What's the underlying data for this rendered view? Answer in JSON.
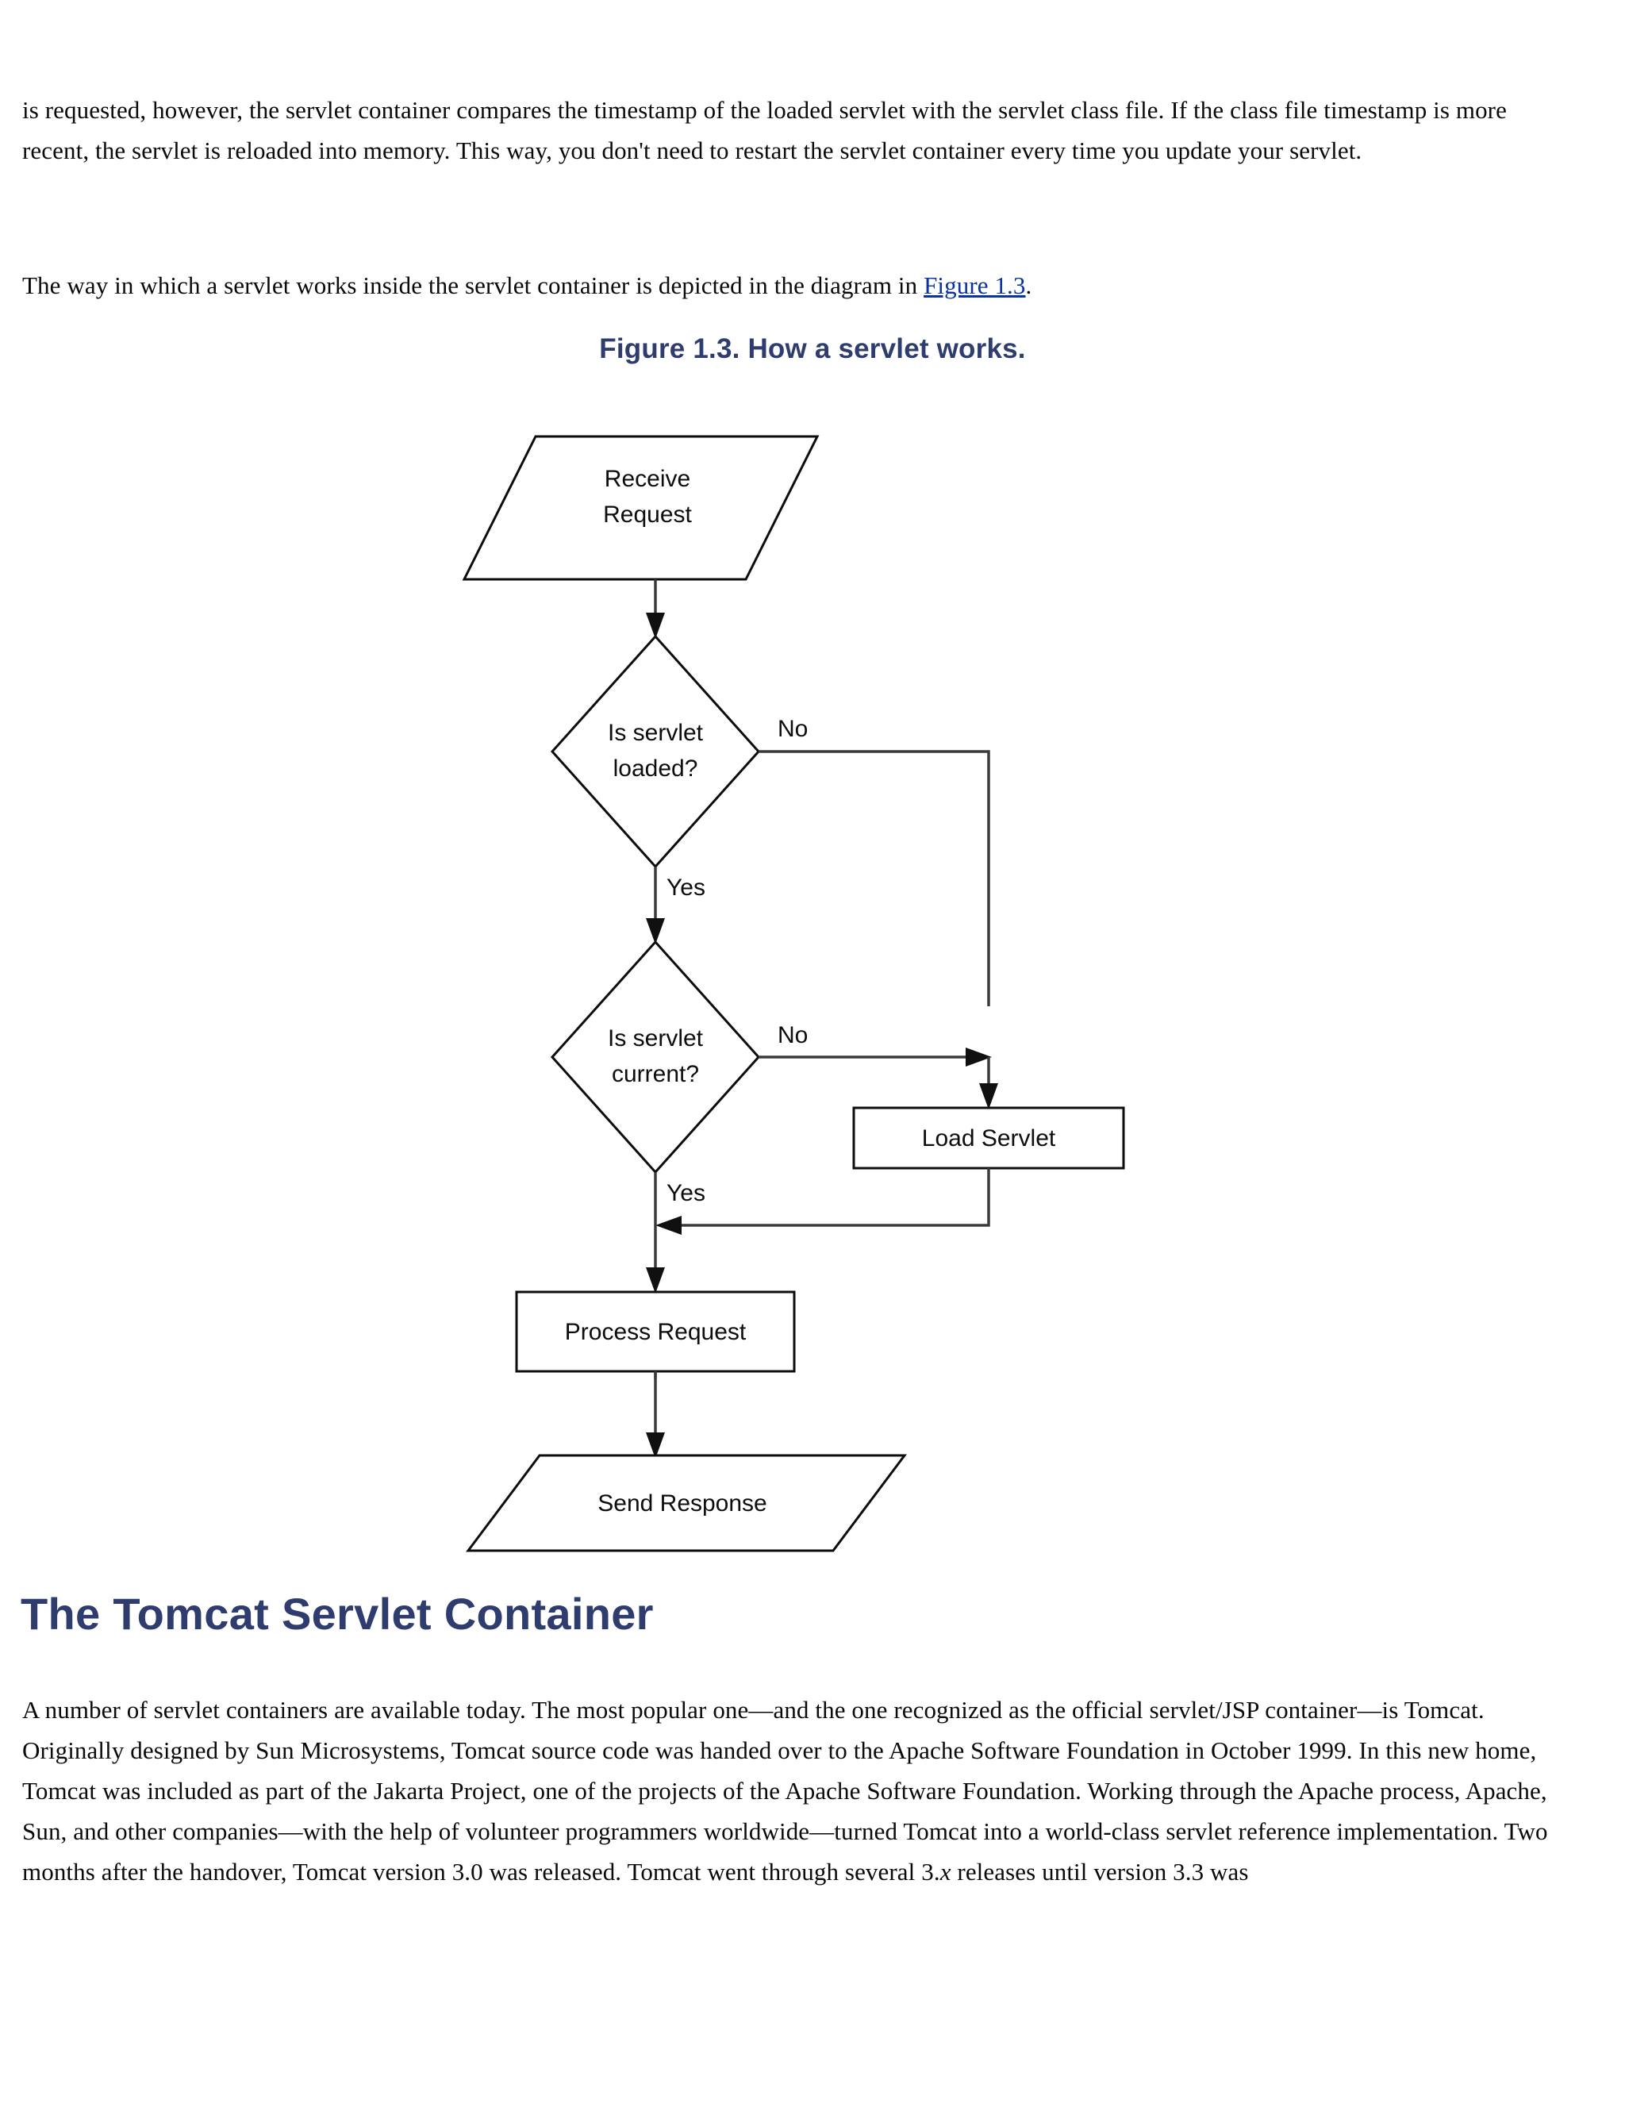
{
  "document": {
    "paragraphs": {
      "intro": "is requested, however, the servlet container compares the timestamp of the loaded servlet with the servlet class file. If the class file timestamp is more recent, the servlet is reloaded into memory. This way, you don't need to restart the servlet container every time you update your servlet.",
      "figure_reference_prefix": "The way in which a servlet works inside the servlet container is depicted in the diagram in ",
      "figure_reference_link": "Figure 1.3",
      "figure_reference_suffix": ".",
      "tomcat_part1": "A number of servlet containers are available today. The most popular one—and the one recognized as the official servlet/JSP container—is Tomcat. Originally designed by Sun Microsystems, Tomcat source code was handed over to the Apache Software Foundation in October 1999. In this new home, Tomcat was included as part of the Jakarta Project, one of the projects of the Apache Software Foundation. Working through the Apache process, Apache, Sun, and other companies—with the help of volunteer programmers worldwide—turned Tomcat into a world-class servlet reference implementation. Two months after the handover, Tomcat version 3.0 was released. Tomcat went through several 3.",
      "tomcat_italic": "x",
      "tomcat_part2": " releases until version 3.3 was"
    },
    "figure_caption": "Figure 1.3. How a servlet works.",
    "section_heading": "The Tomcat Servlet Container",
    "colors": {
      "link": "#0a33a0",
      "heading_navy": "#2e3c6e",
      "body_text": "#0a0a0a",
      "diagram_stroke": "#0d0d0d"
    }
  },
  "chart_data": {
    "type": "diagram",
    "title": "Figure 1.3. How a servlet works.",
    "diagram_kind": "flowchart",
    "nodes": [
      {
        "id": "receive-request",
        "label": "Receive Request",
        "shape": "parallelogram",
        "role": "input"
      },
      {
        "id": "is-servlet-loaded",
        "label": "Is servlet loaded?",
        "shape": "diamond",
        "role": "decision"
      },
      {
        "id": "is-servlet-current",
        "label": "Is servlet current?",
        "shape": "diamond",
        "role": "decision"
      },
      {
        "id": "load-servlet",
        "label": "Load Servlet",
        "shape": "rectangle",
        "role": "process"
      },
      {
        "id": "process-request",
        "label": "Process Request",
        "shape": "rectangle",
        "role": "process"
      },
      {
        "id": "send-response",
        "label": "Send Response",
        "shape": "parallelogram",
        "role": "output"
      }
    ],
    "edges": [
      {
        "from": "receive-request",
        "to": "is-servlet-loaded",
        "label": ""
      },
      {
        "from": "is-servlet-loaded",
        "to": "load-servlet",
        "label": "No"
      },
      {
        "from": "is-servlet-loaded",
        "to": "is-servlet-current",
        "label": "Yes"
      },
      {
        "from": "is-servlet-current",
        "to": "load-servlet",
        "label": "No"
      },
      {
        "from": "is-servlet-current",
        "to": "process-request",
        "label": "Yes"
      },
      {
        "from": "load-servlet",
        "to": "process-request",
        "label": ""
      },
      {
        "from": "process-request",
        "to": "send-response",
        "label": ""
      }
    ],
    "edge_labels": {
      "loaded_no": "No",
      "loaded_yes": "Yes",
      "current_no": "No",
      "current_yes": "Yes"
    },
    "node_labels": {
      "receive_request_line1": "Receive",
      "receive_request_line2": "Request",
      "is_servlet_loaded_line1": "Is servlet",
      "is_servlet_loaded_line2": "loaded?",
      "is_servlet_current_line1": "Is servlet",
      "is_servlet_current_line2": "current?",
      "load_servlet": "Load Servlet",
      "process_request": "Process Request",
      "send_response": "Send Response"
    }
  }
}
